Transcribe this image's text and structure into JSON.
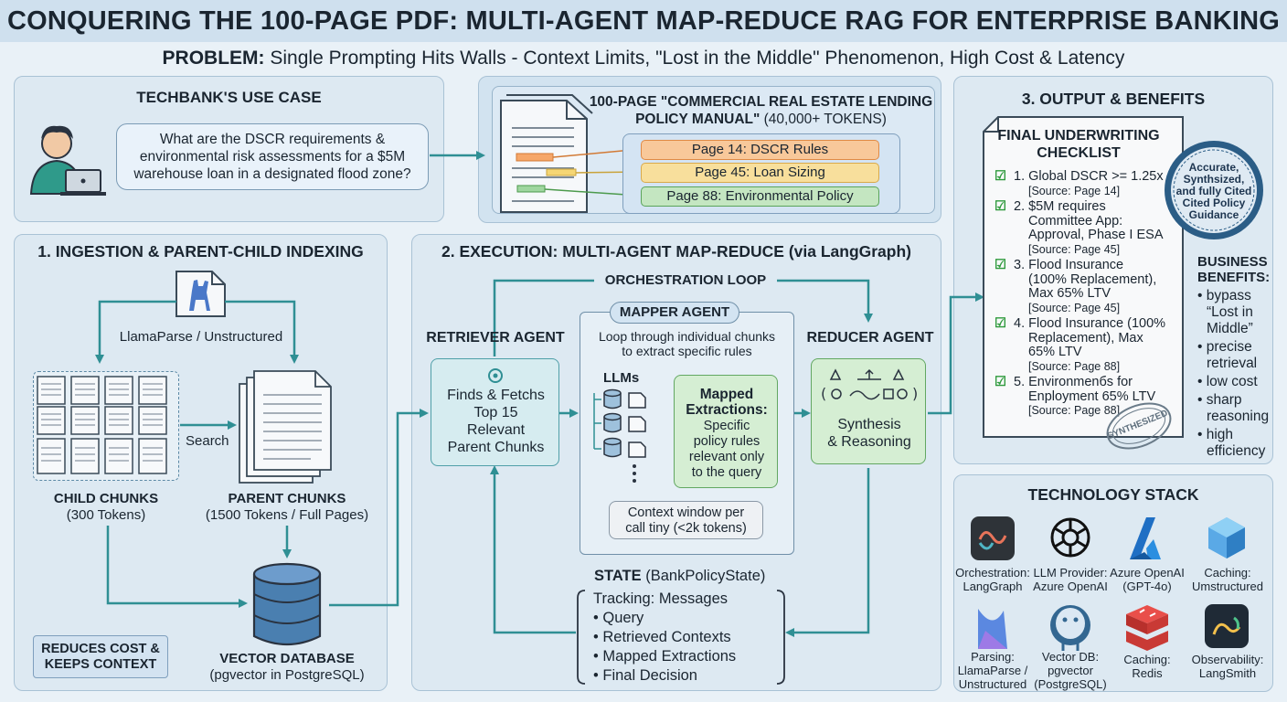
{
  "title": "CONQUERING THE 100-PAGE PDF: MULTI-AGENT MAP-REDUCE RAG FOR ENTERPRISE BANKING",
  "problem": {
    "label": "PROBLEM:",
    "text": " Single Prompting Hits Walls - Context Limits, \"Lost in the Middle\" Phenomenon, High Cost & Latency"
  },
  "usecase": {
    "title": "TECHBANK'S USE CASE",
    "question_lines": [
      "What are the DSCR requirements &",
      "environmental risk assessments for a $5M",
      "warehouse loan in a designated flood zone?"
    ]
  },
  "manual": {
    "title_line1": "100-PAGE \"COMMERCIAL REAL ESTATE LENDING",
    "title_line2_bold": "POLICY MANUAL\"",
    "title_line2_rest": " (40,000+ TOKENS)",
    "pages": [
      "Page 14: DSCR Rules",
      "Page 45: Loan Sizing",
      "Page 88: Environmental Policy"
    ]
  },
  "ingestion": {
    "title": "1. INGESTION & PARENT-CHILD INDEXING",
    "parser": "LlamaParse / Unstructured",
    "search_label": "Search",
    "child_title": "CHILD CHUNKS",
    "child_sub": "(300 Tokens)",
    "parent_title": "PARENT CHUNKS",
    "parent_sub": "(1500 Tokens / Full Pages)",
    "badge_lines": [
      "REDUCES COST &",
      "KEEPS CONTEXT"
    ],
    "db_title": "VECTOR DATABASE",
    "db_sub": "(pgvector in PostgreSQL)"
  },
  "execution": {
    "title": "2. EXECUTION: MULTI-AGENT MAP-REDUCE (via LangGraph)",
    "loop_label": "ORCHESTRATION LOOP",
    "retriever_title": "RETRIEVER AGENT",
    "retriever_lines": [
      "Finds & Fetchs",
      "Top 15",
      "Relevant",
      "Parent Chunks"
    ],
    "mapper_title": "MAPPER AGENT",
    "mapper_desc": [
      "Loop through individual chunks",
      "to extract specific rules"
    ],
    "llms_label": "LLMs",
    "mapped_title": [
      "Mapped",
      "Extractions:"
    ],
    "mapped_lines": [
      "Specific",
      "policy rules",
      "relevant only",
      "to the query"
    ],
    "context_note": [
      "Context window per",
      "call tiny (<2k tokens)"
    ],
    "reducer_title": "REDUCER AGENT",
    "reducer_lines": [
      "Synthesis",
      "& Reasoning"
    ],
    "state_title_bold": "STATE",
    "state_title_rest": " (BankPolicyState)",
    "state_tracking": "Tracking: Messages",
    "state_items": [
      "• Query",
      "• Retrieved Contexts",
      "• Mapped Extractions",
      "• Final Decision"
    ]
  },
  "output": {
    "title": "3. OUTPUT & BENEFITS",
    "checklist_title": [
      "FINAL UNDERWRITING",
      "CHECKLIST"
    ],
    "items": [
      {
        "lines": [
          "1. Global DSCR >= 1.25x"
        ],
        "source": "[Source: Page 14]"
      },
      {
        "lines": [
          "2. $5M requires",
          "Committee App:",
          "Approval, Phase I ESA"
        ],
        "source": "[Source: Page 45]"
      },
      {
        "lines": [
          "3. Flood Insurance",
          "(100% Replacement),",
          "Max 65% LTV"
        ],
        "source": "[Source: Page 45]"
      },
      {
        "lines": [
          "4. Flood Insurance (100%",
          "Replacement), Max",
          "65% LTV"
        ],
        "source": "[Source: Page 88]"
      },
      {
        "lines": [
          "5. Environmenбs for",
          "Enployment 65% LTV"
        ],
        "source": "[Source: Page 88]"
      }
    ],
    "seal_lines": [
      "Accurate,",
      "Synthsized,",
      "and fully Cited",
      "Cited Policy",
      "Guidance"
    ],
    "stamp_text": "SYNTHESIZED.",
    "benefits_title": [
      "BUSINESS",
      "BENEFITS:"
    ],
    "benefits": [
      [
        "• bypass",
        "“Lost in",
        "Middle”"
      ],
      [
        "• precise",
        "retrieval"
      ],
      [
        "• low cost"
      ],
      [
        "• sharp",
        "reasoning"
      ],
      [
        "• high",
        "efficiency"
      ]
    ]
  },
  "tech": {
    "title": "TECHNOLOGY STACK",
    "items": [
      {
        "icon": "langgraph-icon",
        "lines": [
          "Orchestration:",
          "LangGraph"
        ]
      },
      {
        "icon": "openai-icon",
        "lines": [
          "LLM Provider:",
          "Azure OpenAI"
        ]
      },
      {
        "icon": "azure-icon",
        "lines": [
          "Azure OpenAI",
          "(GPT-4o)"
        ]
      },
      {
        "icon": "cube-icon",
        "lines": [
          "Caching:",
          "Umstructured"
        ]
      },
      {
        "icon": "llamaparse-icon",
        "lines": [
          "Parsing:",
          "LlamaParse /",
          "Unstructured"
        ]
      },
      {
        "icon": "postgres-icon",
        "lines": [
          "Vector DB:",
          "pgvector",
          "(PostgreSQL)"
        ]
      },
      {
        "icon": "redis-icon",
        "lines": [
          "Caching:",
          "Redis"
        ]
      },
      {
        "icon": "langsmith-icon",
        "lines": [
          "Observability:",
          "LangSmith"
        ]
      }
    ]
  },
  "colors": {
    "teal": "#2f8f94",
    "panel_bg": "#dde9f2",
    "green_box": "#d8efd9",
    "chip_orange": "#f6c48a",
    "chip_yellow": "#f7dc8a",
    "chip_green": "#bfe5bf"
  }
}
